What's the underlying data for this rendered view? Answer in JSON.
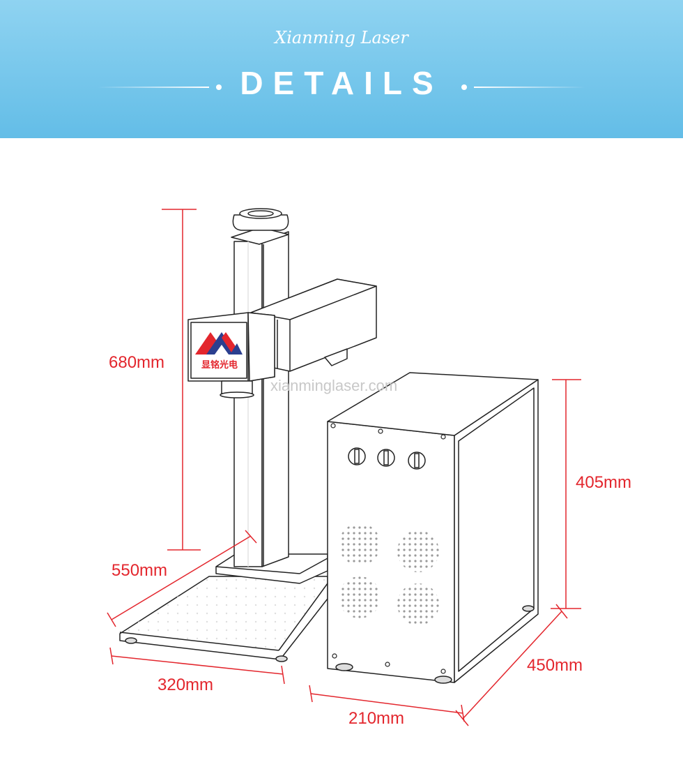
{
  "banner": {
    "brand": "Xianming Laser",
    "heading": "DETAILS"
  },
  "logo": {
    "text": "显铭光电"
  },
  "watermark": "xianminglaser.com",
  "dimensions": {
    "height_stand": "680mm",
    "depth_base": "550mm",
    "width_base": "320mm",
    "height_cabinet": "405mm",
    "depth_cabinet": "450mm",
    "width_cabinet": "210mm"
  },
  "colors": {
    "banner": "#6ec3ea",
    "dimension": "#e3262d",
    "logo_red": "#e3262d",
    "logo_blue": "#2b3f8f"
  }
}
